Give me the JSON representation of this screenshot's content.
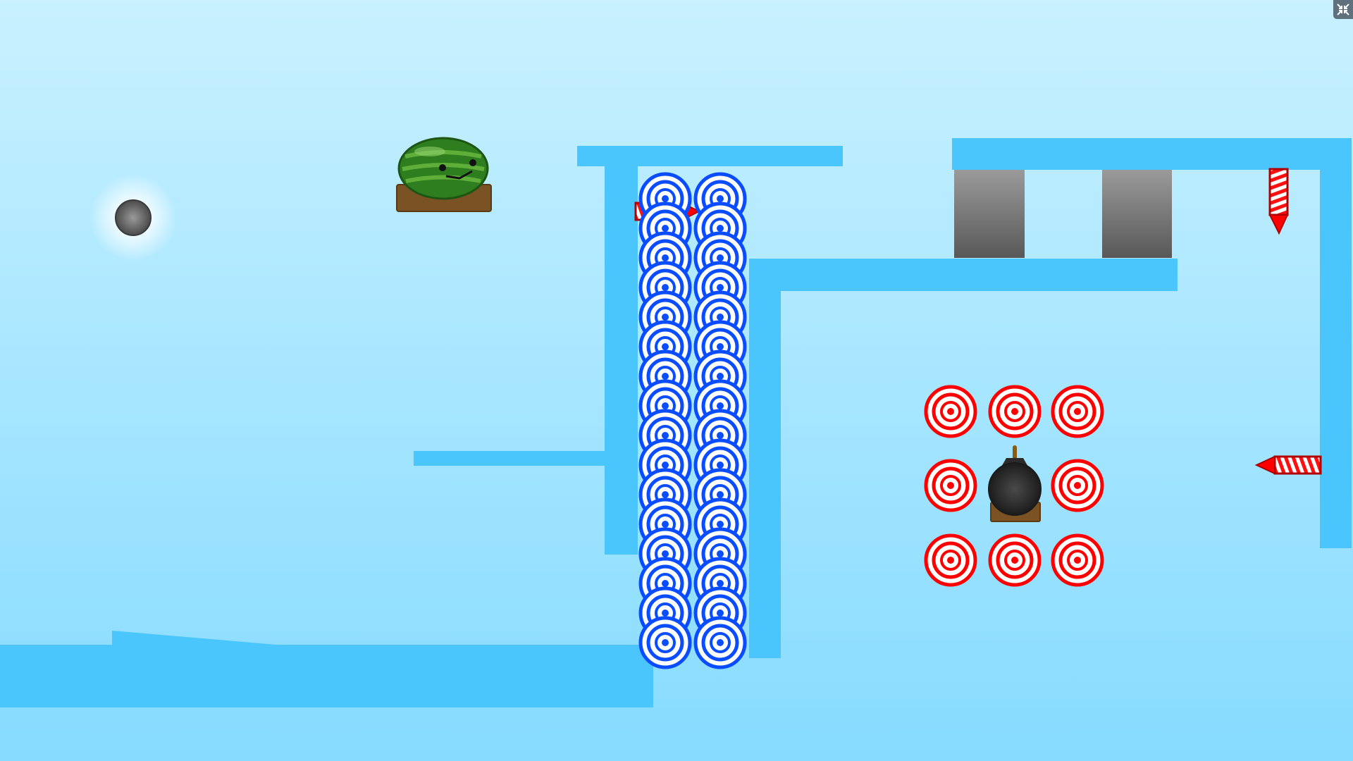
{
  "colors": {
    "wall": "#4ac6fc",
    "target_blue": "#0a4cff",
    "target_red": "#ff0000",
    "crate": "#7b5224",
    "bomb": "#2b2b2b",
    "gray_block_top": "#9a9a9a",
    "gray_block_bottom": "#585858"
  },
  "controls": {
    "fullscreen_icon": "exit-fullscreen-icon"
  },
  "objects": {
    "watermelon": "watermelon-character",
    "bomb": "bomb",
    "ball": "glowing-ball",
    "rockets": "firework-rocket"
  }
}
